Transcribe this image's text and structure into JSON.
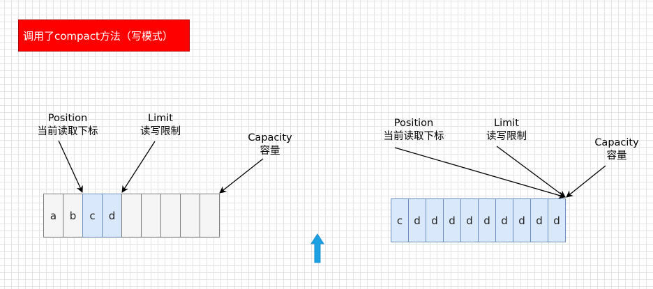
{
  "title": "调用了compact方法（写模式）",
  "left_buffer": {
    "cells": [
      "a",
      "b",
      "c",
      "d",
      "",
      "",
      "",
      "",
      ""
    ],
    "highlighted": [
      2,
      3
    ],
    "labels": {
      "position": {
        "name": "Position",
        "desc": "当前读取下标"
      },
      "limit": {
        "name": "Limit",
        "desc": "读写限制"
      },
      "capacity": {
        "name": "Capacity",
        "desc": "容量"
      }
    }
  },
  "right_buffer": {
    "cells": [
      "c",
      "d",
      "d",
      "d",
      "d",
      "d",
      "d",
      "d",
      "d",
      "d"
    ],
    "labels": {
      "position": {
        "name": "Position",
        "desc": "当前读取下标"
      },
      "limit": {
        "name": "Limit",
        "desc": "读写限制"
      },
      "capacity": {
        "name": "Capacity",
        "desc": "容量"
      }
    }
  },
  "colors": {
    "title_bg": "#ff0000",
    "highlight_fill": "#dae8fc",
    "up_arrow": "#1ba1e2"
  },
  "icons": {
    "transition_arrow": "up-arrow-icon"
  }
}
